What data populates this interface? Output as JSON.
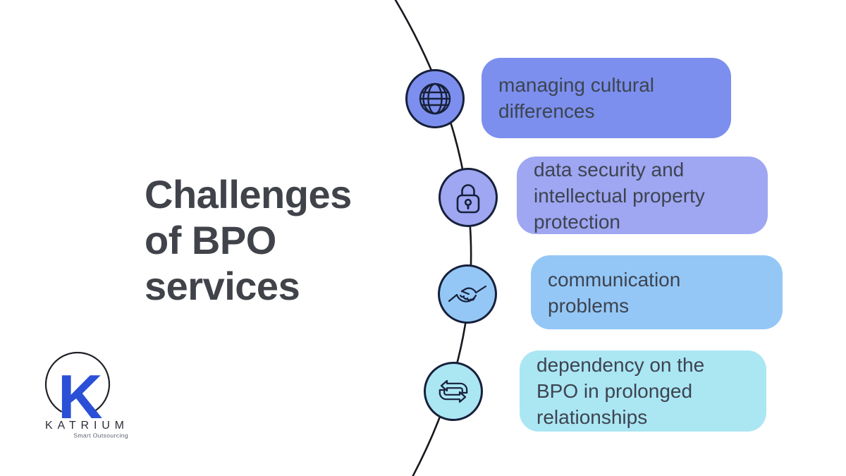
{
  "canvas": {
    "background": "#ffffff",
    "text_color": "#3d4450",
    "line_color": "#17191f",
    "node_outline_color": "#17203a"
  },
  "title": {
    "full": "Challenges of BPO services",
    "lines": [
      "Challenges",
      "of BPO",
      "services"
    ],
    "color": "#404349"
  },
  "items": [
    {
      "label": "managing cultural differences",
      "accent": "#7c8fee",
      "icon": "globe-icon"
    },
    {
      "label": "data security and intellectual property protection",
      "accent": "#9fa6f2",
      "icon": "lock-icon"
    },
    {
      "label": "communication problems",
      "accent": "#94c7f6",
      "icon": "handshake-icon"
    },
    {
      "label": "dependency on the BPO in prolonged relationships",
      "accent": "#abe6f3",
      "icon": "swap-arrows-icon"
    }
  ],
  "logo": {
    "brand": "KATRIUM",
    "tagline": "Smart Outsourcing",
    "monogram": "K",
    "monogram_color": "#2b4fd6",
    "arc_color": "#1f2128",
    "brand_color": "#2d2f38",
    "tagline_color": "#5a5f6a"
  }
}
